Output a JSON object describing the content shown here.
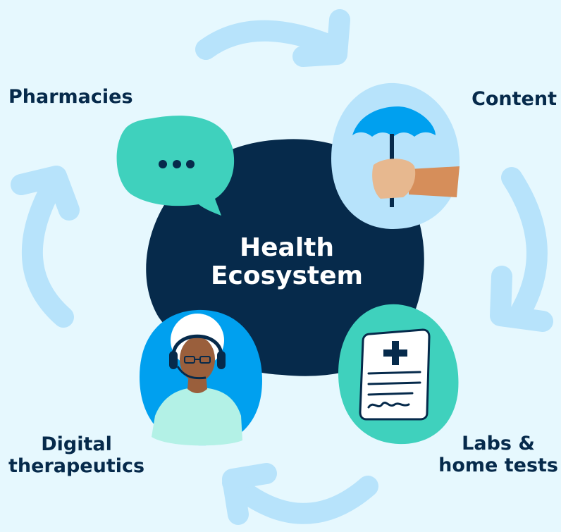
{
  "center": {
    "line1": "Health",
    "line2": "Ecosystem"
  },
  "nodes": {
    "pharmacies": {
      "label": "Pharmacies",
      "icon": "speech-bubble-icon"
    },
    "content": {
      "label": "Content",
      "icon": "umbrella-icon"
    },
    "labs": {
      "line1": "Labs &",
      "line2": "home tests",
      "icon": "medical-document-icon"
    },
    "digital": {
      "line1": "Digital",
      "line2": "therapeutics",
      "icon": "support-agent-icon"
    }
  },
  "colors": {
    "background": "#e6f8fe",
    "center": "#062a4b",
    "arrows": "#b7e3fb",
    "teal": "#3fd1bd",
    "blue": "#00a0ef",
    "light_blue": "#b7e3fb",
    "text": "#062a4b"
  }
}
